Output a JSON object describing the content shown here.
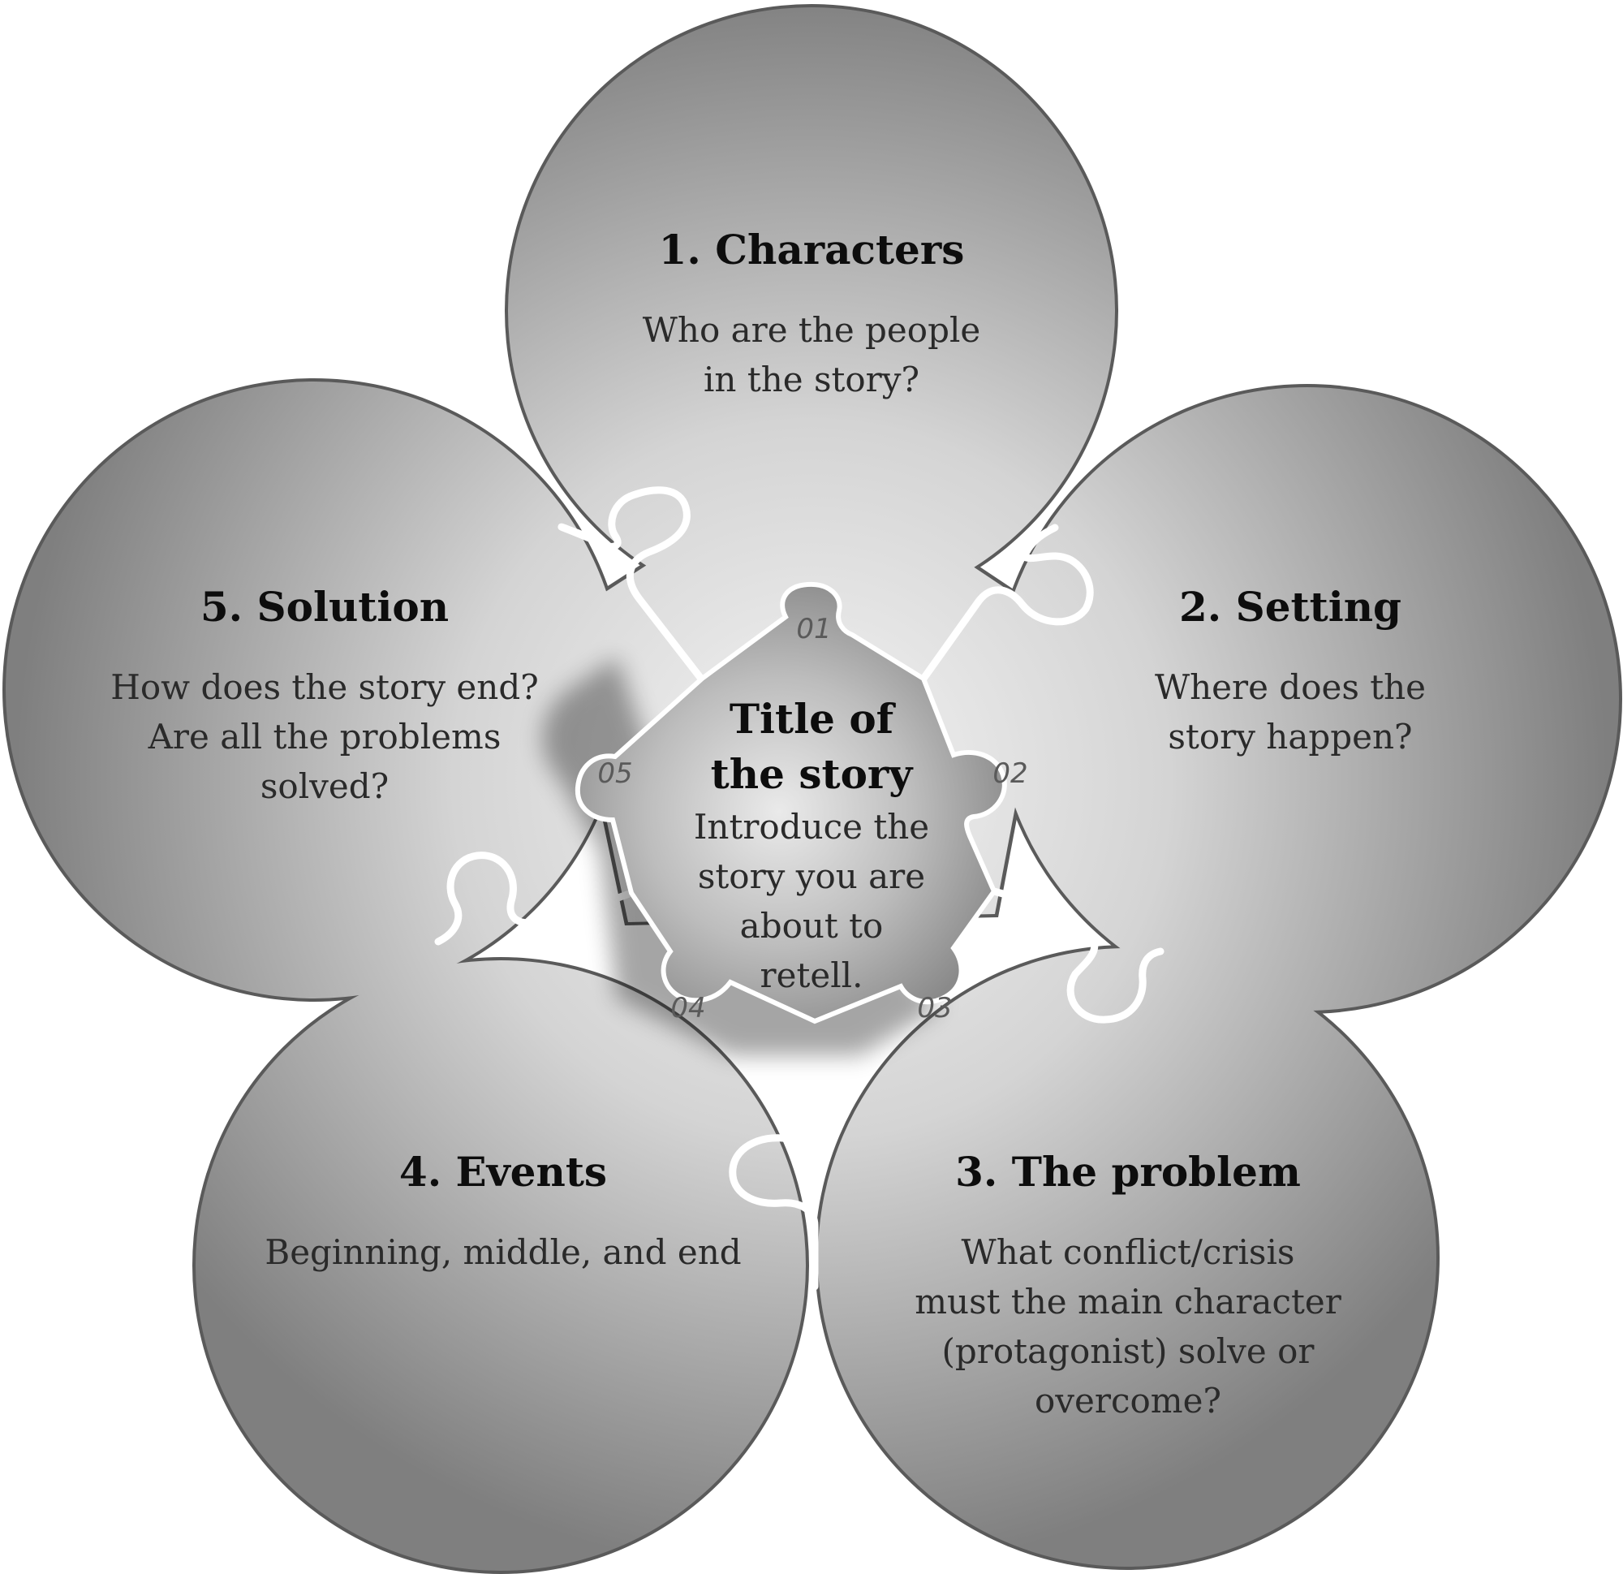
{
  "center": {
    "title_lines": [
      "Title of",
      "the story"
    ],
    "body_lines": [
      "Introduce the",
      "story you are",
      "about to",
      "retell."
    ]
  },
  "petals": [
    {
      "heading": "1. Characters",
      "body_lines": [
        "Who are the people",
        "in the story?"
      ]
    },
    {
      "heading": "2. Setting",
      "body_lines": [
        "Where does the",
        "story happen?"
      ]
    },
    {
      "heading": "3. The problem",
      "body_lines": [
        "What conflict/crisis",
        "must the main character",
        "(protagonist) solve or",
        "overcome?"
      ]
    },
    {
      "heading": "4. Events",
      "body_lines": [
        "Beginning, middle, and end"
      ]
    },
    {
      "heading": "5. Solution",
      "body_lines": [
        "How does the story end?",
        "Are all the problems",
        "solved?"
      ]
    }
  ],
  "tab_numbers": [
    "01",
    "02",
    "03",
    "04",
    "05"
  ],
  "colors": {
    "petal_light": "#f2f2f2",
    "petal_dark": "#7d7d7d",
    "outline": "#595959",
    "seam": "#ffffff"
  }
}
